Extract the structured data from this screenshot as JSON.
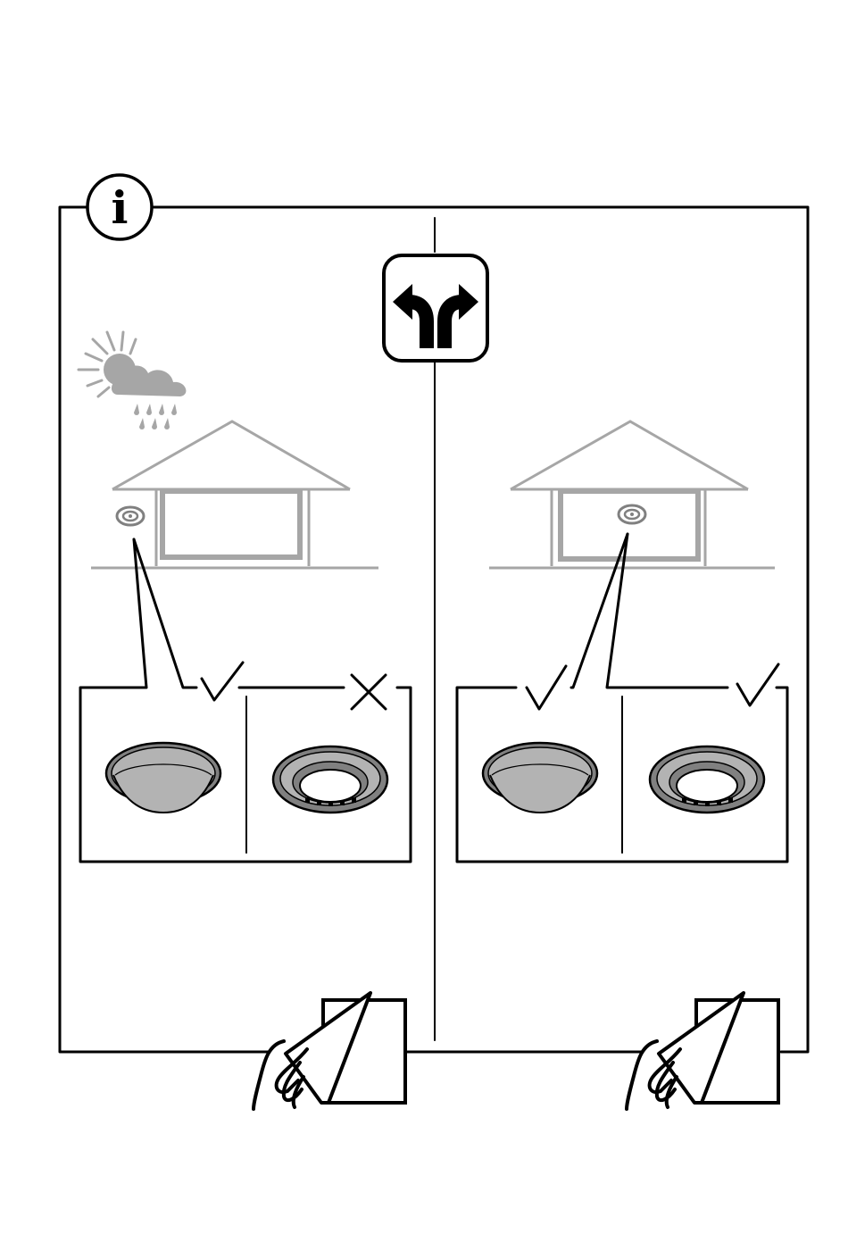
{
  "info_badge": {
    "letter": "i",
    "icon": "info-icon"
  },
  "choice_badge": {
    "icon": "fork-arrows-icon"
  },
  "panels": [
    {
      "id": "outdoor",
      "context_icon": "weather-sun-cloud-rain-icon",
      "setting": "house-with-detector-outside-icon",
      "options": [
        {
          "icon": "cover-dome-icon",
          "verdict": "check-icon",
          "allowed": true
        },
        {
          "icon": "cover-ring-icon",
          "verdict": "cross-icon",
          "allowed": false
        }
      ],
      "footer_icon": "manual-page-hand-icon"
    },
    {
      "id": "indoor",
      "setting": "house-with-detector-inside-icon",
      "options": [
        {
          "icon": "cover-dome-icon",
          "verdict": "check-icon",
          "allowed": true
        },
        {
          "icon": "cover-ring-icon",
          "verdict": "check-icon",
          "allowed": true
        }
      ],
      "footer_icon": "manual-page-hand-icon"
    }
  ],
  "colors": {
    "ink": "#000000",
    "gray": "#a6a6a6",
    "cover_fill": "#b3b3b3",
    "cover_dark": "#808080"
  }
}
